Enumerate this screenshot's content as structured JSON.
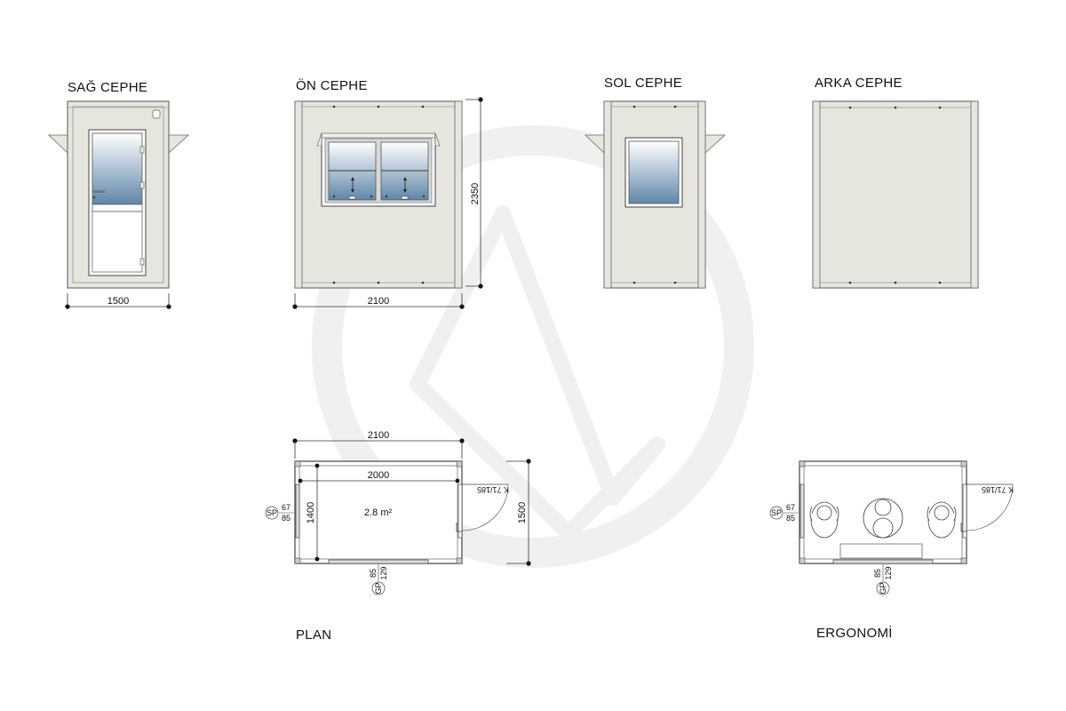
{
  "titles": {
    "right": "SAĞ CEPHE",
    "front": "ÖN CEPHE",
    "left": "SOL CEPHE",
    "back": "ARKA CEPHE",
    "plan": "PLAN",
    "ergonomics": "ERGONOMİ"
  },
  "dimensions": {
    "right_width": "1500",
    "front_width": "2100",
    "front_height": "2350",
    "plan_outer_width": "2100",
    "plan_inner_width": "2000",
    "plan_inner_depth": "1400",
    "plan_outer_depth": "1500",
    "plan_area": "2.8 m²"
  },
  "tags": {
    "sp_label": "SP",
    "sp_top": "67",
    "sp_bottom": "85",
    "gp_label": "GP",
    "gp_top": "85",
    "gp_bottom": "129",
    "door": "K 71/185"
  },
  "colors": {
    "panel": "#e6e6df",
    "glass_top": "#ffffff",
    "glass_bottom": "#5f86a9",
    "watermark": "#f2f2f2"
  }
}
